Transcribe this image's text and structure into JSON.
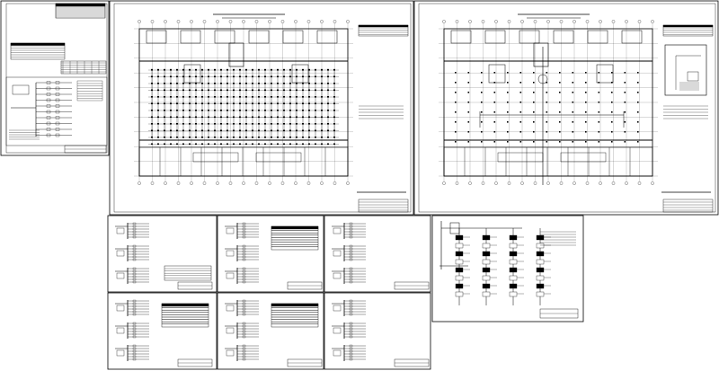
{
  "viewer": {
    "background": "#ffffff",
    "line_color": "#000000",
    "accent_gray": "#555555"
  },
  "sheets": [
    {
      "name": "sheet-title-page",
      "contents": "stamp-and-legend"
    },
    {
      "name": "sheet-floor-plan-lighting",
      "contents": "floor-plan-dense-grid"
    },
    {
      "name": "sheet-floor-plan-power",
      "contents": "floor-plan-sparse-grid"
    },
    {
      "name": "sheet-single-line-1",
      "contents": "panel-schedules"
    },
    {
      "name": "sheet-single-line-2",
      "contents": "panel-schedules"
    },
    {
      "name": "sheet-single-line-3",
      "contents": "panel-schedules"
    },
    {
      "name": "sheet-riser-diagram",
      "contents": "riser-diagram"
    },
    {
      "name": "sheet-single-line-4",
      "contents": "panel-schedules"
    },
    {
      "name": "sheet-single-line-5",
      "contents": "panel-schedules"
    },
    {
      "name": "sheet-single-line-6",
      "contents": "panel-schedules"
    }
  ]
}
